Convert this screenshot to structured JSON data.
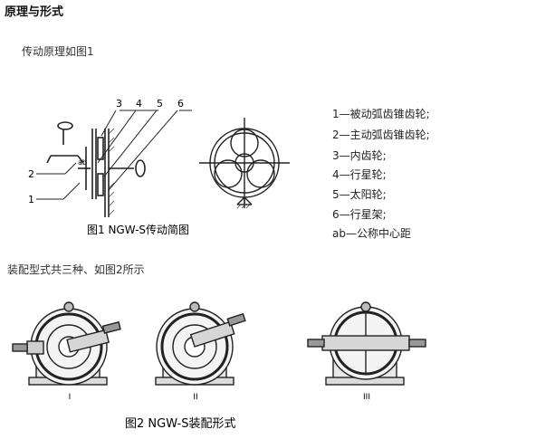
{
  "heading": "原理与形式",
  "intro_text": "传动原理如图1",
  "figure1": {
    "caption": "图1 NGW-S传动简图",
    "part_numbers": [
      "1",
      "2",
      "3",
      "4",
      "5",
      "6"
    ],
    "dimension_label": "ab",
    "legend": [
      "1—被动弧齿锥齿轮;",
      "2—主动弧齿锥齿轮;",
      "3—内齿轮;",
      "4—行星轮;",
      "5—太阳轮;",
      "6—行星架;",
      "ab—公称中心距"
    ]
  },
  "assembly_text": "装配型式共三种、如图2所示",
  "figure2": {
    "caption": "图2 NGW-S装配形式",
    "variant_labels": [
      "I",
      "II",
      "III"
    ]
  }
}
